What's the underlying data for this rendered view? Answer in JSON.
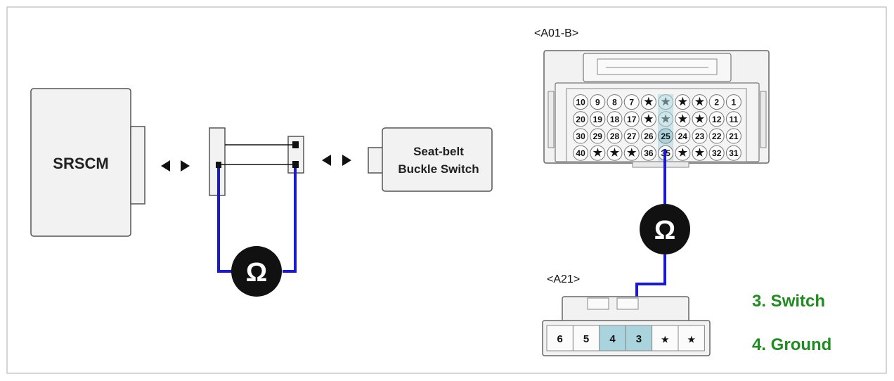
{
  "left": {
    "srscm_label": "SRSCM",
    "switch_label_line1": "Seat-belt",
    "switch_label_line2": "Buckle Switch",
    "ohm_symbol": "Ω"
  },
  "a01b": {
    "label": "<A01-B>",
    "rows": [
      [
        "10",
        "9",
        "8",
        "7",
        "★",
        "★",
        "★",
        "★",
        "2",
        "1"
      ],
      [
        "20",
        "19",
        "18",
        "17",
        "★",
        "★",
        "★",
        "★",
        "12",
        "11"
      ],
      [
        "30",
        "29",
        "28",
        "27",
        "26",
        "25",
        "24",
        "23",
        "22",
        "21"
      ],
      [
        "40",
        "★",
        "★",
        "★",
        "36",
        "35",
        "★",
        "★",
        "32",
        "31"
      ]
    ],
    "highlight": "25"
  },
  "a21": {
    "label": "<A21>",
    "pins": [
      "6",
      "5",
      "4",
      "3",
      "★",
      "★"
    ],
    "highlight": [
      "4",
      "3"
    ]
  },
  "right_ohm_symbol": "Ω",
  "legend": {
    "switch": "3. Switch",
    "ground": "4. Ground"
  },
  "colors": {
    "wire": "#1a1acc",
    "pin_highlight": "#a9d3dd",
    "legend_text": "#1e8c1e",
    "connector_body": "#f2f2f2",
    "border": "#555555"
  }
}
